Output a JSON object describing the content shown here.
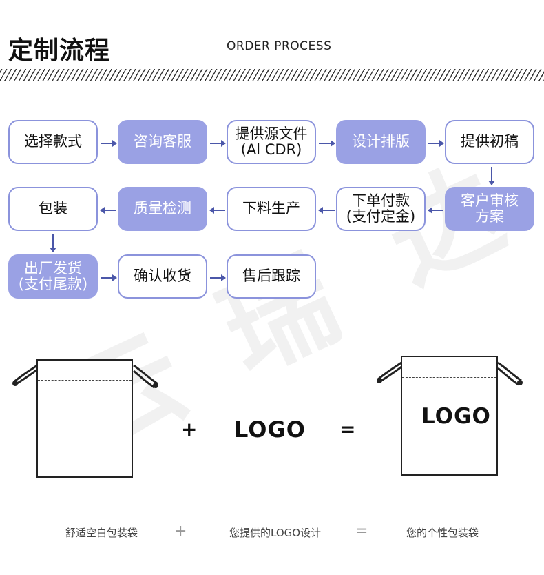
{
  "header": {
    "title_cn": "定制流程",
    "title_en": "ORDER PROCESS"
  },
  "watermark": {
    "chars": [
      "云",
      "瑞",
      "达"
    ]
  },
  "steps": [
    {
      "label": "选择款式"
    },
    {
      "label": "咨询客服"
    },
    {
      "label": "提供源文件\n(Al CDR)"
    },
    {
      "label": "设计排版"
    },
    {
      "label": "提供初稿"
    },
    {
      "label": "客户审核\n方案"
    },
    {
      "label": "下单付款\n(支付定金)"
    },
    {
      "label": "下料生产"
    },
    {
      "label": "质量检测"
    },
    {
      "label": "包装"
    },
    {
      "label": "出厂发货\n(支付尾款)"
    },
    {
      "label": "确认收货"
    },
    {
      "label": "售后跟踪"
    }
  ],
  "equation": {
    "plus": "+",
    "logo": "LOGO",
    "equals": "=",
    "result_logo": "LOGO"
  },
  "captions": {
    "blank_bag": "舒适空白包装袋",
    "plus": "+",
    "logo_design": "您提供的LOGO设计",
    "equals": "=",
    "custom_bag": "您的个性包装袋"
  },
  "colors": {
    "accent_fill": "#9aa1e4",
    "border": "#8b93dc",
    "arrow": "#4b57a9"
  }
}
